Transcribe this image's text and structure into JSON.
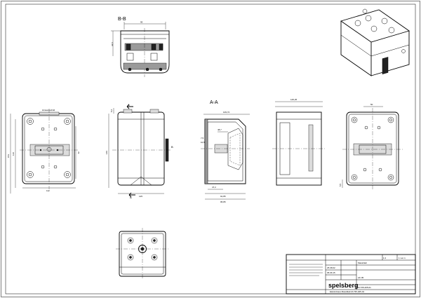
{
  "section_labels": {
    "bb": "B-B",
    "aa": "A-A",
    "a_top": "A",
    "a_bottom": "A",
    "b_right": "B"
  },
  "dims": {
    "bb_width": "95",
    "bb_height": "44,5",
    "front_total": "153",
    "front_inner": "136",
    "front_right": "70",
    "front_width": "112",
    "side_height": "166",
    "side_width": "125",
    "side_top": "5,6",
    "aa_top": "125,25",
    "aa_inner": "109,72",
    "aa_d1": "48,7",
    "aa_d2": "7,5",
    "aa_d3": "10,5",
    "aa_d4": "47,2",
    "aa_d5": "95,85",
    "aa_d6": "91,85",
    "rside_top": "50",
    "rside_left": "5,5"
  },
  "notes": {
    "front_caption": "Hinweisschild"
  },
  "title_block": {
    "company": "spelsberg",
    "scale": "1:2",
    "sheet": "1 von 1",
    "product": "AK 05",
    "part_number": "M-735-405-01",
    "drawing_type": "Massblatt",
    "date1": "25.08.02",
    "date2": "05.06.15",
    "footer": "Elektrohaus Massblatt M-735-405-01"
  }
}
